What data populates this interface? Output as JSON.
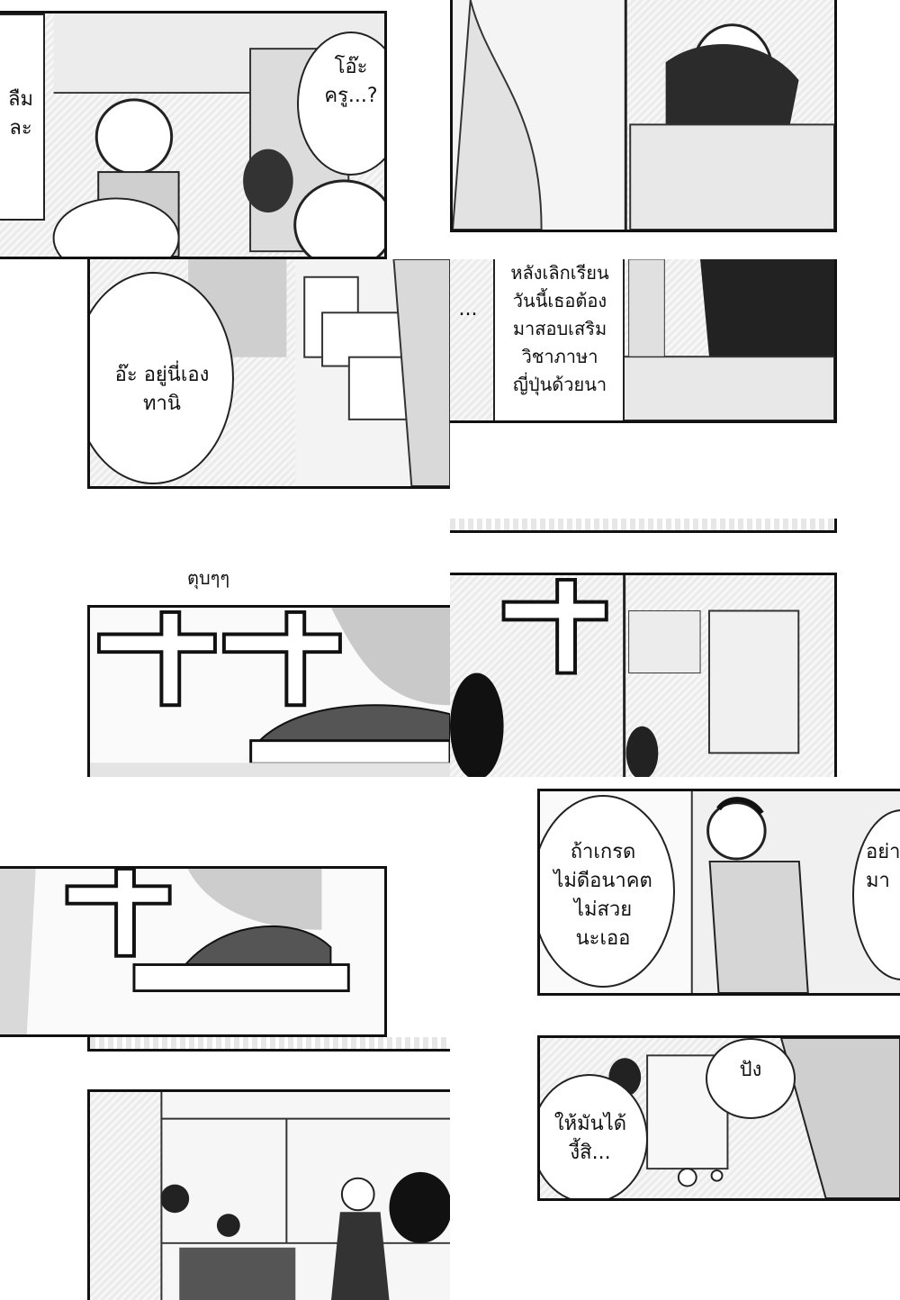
{
  "page": {
    "background": "#ffffff",
    "ink": "#111111"
  },
  "panels": {
    "p1": {
      "edge_text": "ลืม\nละ",
      "bubble_text": "โอ๊ะ\nครู...?"
    },
    "p3": {
      "bubble_text": "อ๊ะ อยู่นี่เอง\nทานิ"
    },
    "p4": {
      "ellipsis": "...",
      "caption_text": "หลังเลิกเรียน\nวันนี้เธอต้อง\nมาสอบเสริม\nวิชาภาษา\nญี่ปุ่นด้วยนา"
    },
    "p5": {
      "sfx_text": "ตุบๆๆ"
    },
    "p7": {
      "bubble_text": "ถ้าเกรด\nไม่ดีอนาคต\nไม่สวย\nนะเออ",
      "edge_text": "อย่า\nมา"
    },
    "p9": {
      "bubble_small": "ปัง",
      "bubble_text": "ให้มันได้\nงี้สิ..."
    }
  }
}
